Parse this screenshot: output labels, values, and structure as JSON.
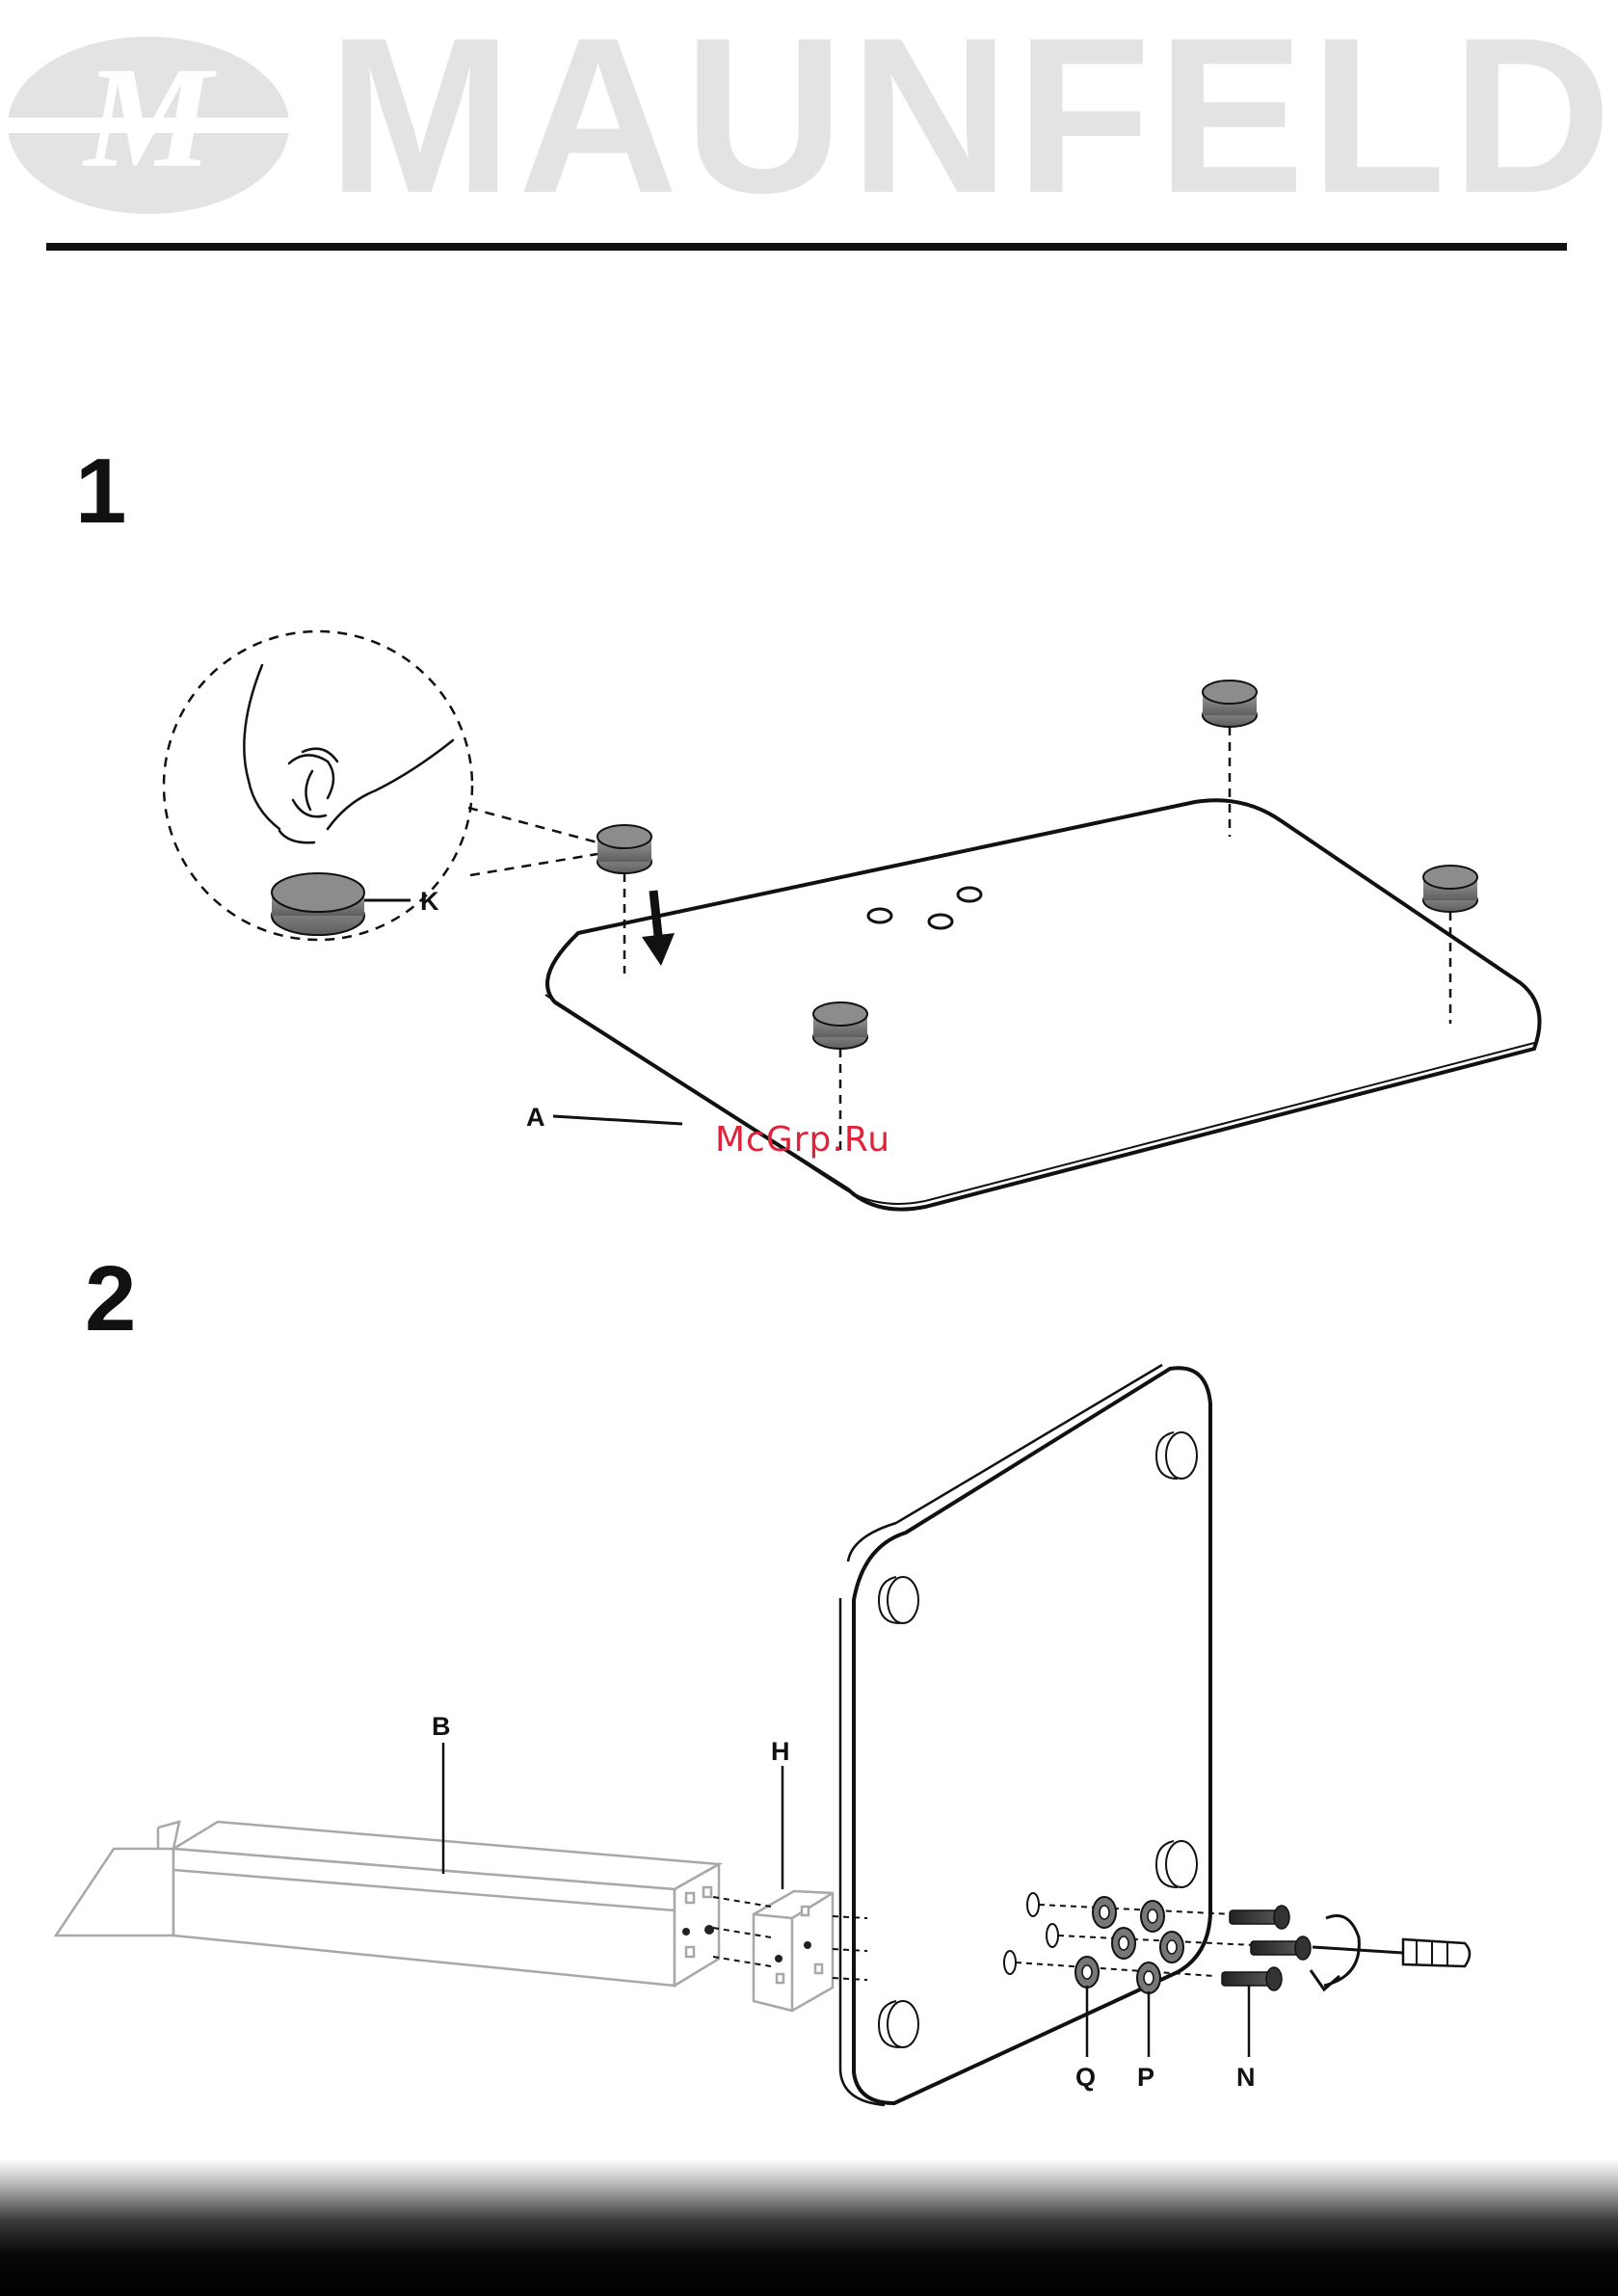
{
  "header": {
    "brand": "MAUNFELD",
    "emblem_text": "M"
  },
  "steps": [
    {
      "number": "1"
    },
    {
      "number": "2"
    }
  ],
  "figure1": {
    "labels": {
      "k": "K",
      "a": "A"
    }
  },
  "figure2": {
    "labels": {
      "b": "B",
      "h": "H",
      "q": "Q",
      "p": "P",
      "n": "N"
    }
  },
  "watermark": "McGrp.Ru",
  "colors": {
    "brand_gray": "#e3e3e3",
    "ink": "#111111",
    "watermark_red": "#e0223a"
  }
}
